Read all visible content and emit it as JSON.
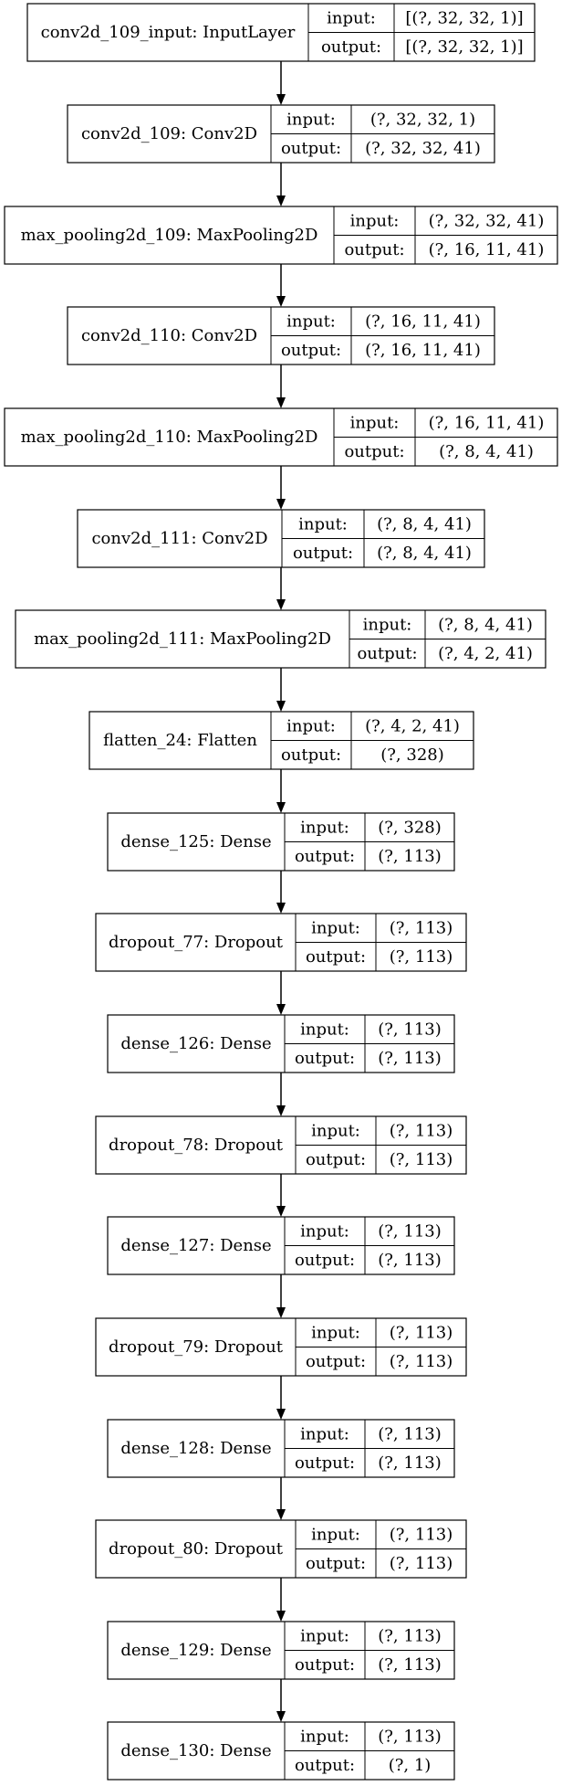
{
  "diagram": {
    "layers": [
      {
        "label": "conv2d_109_input: InputLayer",
        "input_label": "input:",
        "output_label": "output:",
        "input": "[(?, 32, 32, 1)]",
        "output": "[(?, 32, 32, 1)]"
      },
      {
        "label": "conv2d_109: Conv2D",
        "input_label": "input:",
        "output_label": "output:",
        "input": "(?, 32, 32, 1)",
        "output": "(?, 32, 32, 41)"
      },
      {
        "label": "max_pooling2d_109: MaxPooling2D",
        "input_label": "input:",
        "output_label": "output:",
        "input": "(?, 32, 32, 41)",
        "output": "(?, 16, 11, 41)"
      },
      {
        "label": "conv2d_110: Conv2D",
        "input_label": "input:",
        "output_label": "output:",
        "input": "(?, 16, 11, 41)",
        "output": "(?, 16, 11, 41)"
      },
      {
        "label": "max_pooling2d_110: MaxPooling2D",
        "input_label": "input:",
        "output_label": "output:",
        "input": "(?, 16, 11, 41)",
        "output": "(?, 8, 4, 41)"
      },
      {
        "label": "conv2d_111: Conv2D",
        "input_label": "input:",
        "output_label": "output:",
        "input": "(?, 8, 4, 41)",
        "output": "(?, 8, 4, 41)"
      },
      {
        "label": "max_pooling2d_111: MaxPooling2D",
        "input_label": "input:",
        "output_label": "output:",
        "input": "(?, 8, 4, 41)",
        "output": "(?, 4, 2, 41)"
      },
      {
        "label": "flatten_24: Flatten",
        "input_label": "input:",
        "output_label": "output:",
        "input": "(?, 4, 2, 41)",
        "output": "(?, 328)"
      },
      {
        "label": "dense_125: Dense",
        "input_label": "input:",
        "output_label": "output:",
        "input": "(?, 328)",
        "output": "(?, 113)"
      },
      {
        "label": "dropout_77: Dropout",
        "input_label": "input:",
        "output_label": "output:",
        "input": "(?, 113)",
        "output": "(?, 113)"
      },
      {
        "label": "dense_126: Dense",
        "input_label": "input:",
        "output_label": "output:",
        "input": "(?, 113)",
        "output": "(?, 113)"
      },
      {
        "label": "dropout_78: Dropout",
        "input_label": "input:",
        "output_label": "output:",
        "input": "(?, 113)",
        "output": "(?, 113)"
      },
      {
        "label": "dense_127: Dense",
        "input_label": "input:",
        "output_label": "output:",
        "input": "(?, 113)",
        "output": "(?, 113)"
      },
      {
        "label": "dropout_79: Dropout",
        "input_label": "input:",
        "output_label": "output:",
        "input": "(?, 113)",
        "output": "(?, 113)"
      },
      {
        "label": "dense_128: Dense",
        "input_label": "input:",
        "output_label": "output:",
        "input": "(?, 113)",
        "output": "(?, 113)"
      },
      {
        "label": "dropout_80: Dropout",
        "input_label": "input:",
        "output_label": "output:",
        "input": "(?, 113)",
        "output": "(?, 113)"
      },
      {
        "label": "dense_129: Dense",
        "input_label": "input:",
        "output_label": "output:",
        "input": "(?, 113)",
        "output": "(?, 113)"
      },
      {
        "label": "dense_130: Dense",
        "input_label": "input:",
        "output_label": "output:",
        "input": "(?, 113)",
        "output": "(?, 1)"
      }
    ]
  }
}
